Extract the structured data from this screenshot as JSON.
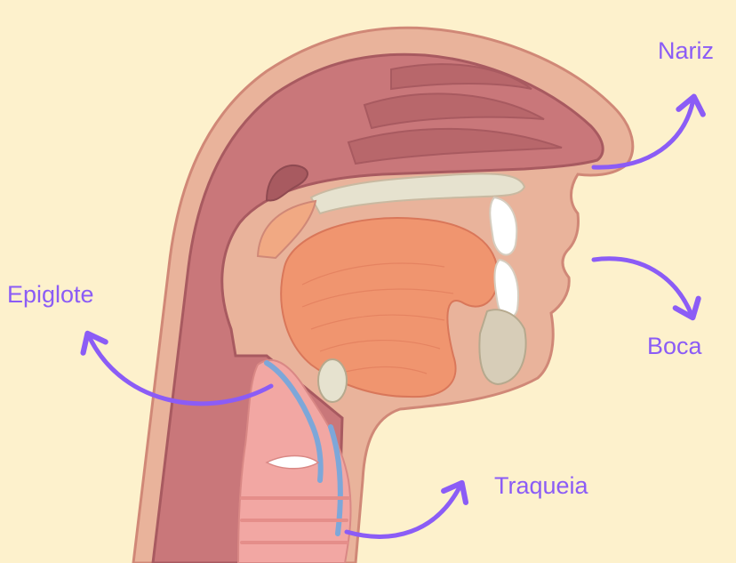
{
  "background_color": "#fdf1cc",
  "accent_color": "#8b5cf6",
  "labels": {
    "nariz": "Nariz",
    "epiglote": "Epiglote",
    "boca": "Boca",
    "traqueia": "Traqueia"
  },
  "illustration": {
    "subject": "head-and-neck-sagittal-section",
    "colors": {
      "skin": "#e9b39b",
      "skin_dark": "#d08877",
      "cavity": "#c9777a",
      "cavity_dark": "#a85a60",
      "tongue": "#f0956f",
      "palate": "#e6e2cf",
      "trachea": "#f2a7a3",
      "cartilage_blue": "#7da7d9"
    }
  }
}
